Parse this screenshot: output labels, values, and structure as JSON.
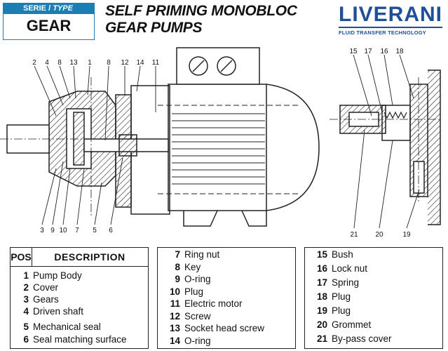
{
  "header": {
    "serie_label": "SERIE /",
    "type_label": "TYPE",
    "serie_value": "GEAR",
    "title_line1": "SELF PRIMING MONOBLOC",
    "title_line2": "GEAR PUMPS",
    "brand_name": "LIVERANI",
    "brand_tagline": "FLUID TRANSFER TECHNOLOGY"
  },
  "drawing_callouts": {
    "main_top": [
      "2",
      "4",
      "8",
      "13",
      "1",
      "8",
      "12",
      "14",
      "11"
    ],
    "main_bottom": [
      "3",
      "9",
      "10",
      "7",
      "5",
      "6"
    ],
    "detail_top": [
      "15",
      "17",
      "16",
      "18"
    ],
    "detail_bottom": [
      "21",
      "20",
      "19"
    ]
  },
  "table": {
    "pos_header": "POS",
    "desc_header": "DESCRIPTION",
    "col1": [
      {
        "pos": "1",
        "desc": "Pump Body"
      },
      {
        "pos": "2",
        "desc": "Cover"
      },
      {
        "pos": "3",
        "desc": "Gears"
      },
      {
        "pos": "4",
        "desc": "Driven shaft"
      },
      {
        "pos": "5",
        "desc": "Mechanical seal"
      },
      {
        "pos": "6",
        "desc": "Seal matching surface"
      }
    ],
    "col2": [
      {
        "pos": "7",
        "desc": "Ring nut"
      },
      {
        "pos": "8",
        "desc": "Key"
      },
      {
        "pos": "9",
        "desc": "O-ring"
      },
      {
        "pos": "10",
        "desc": "Plug"
      },
      {
        "pos": "11",
        "desc": "Electric motor"
      },
      {
        "pos": "12",
        "desc": "Screw"
      },
      {
        "pos": "13",
        "desc": "Socket head screw"
      },
      {
        "pos": "14",
        "desc": "O-ring"
      }
    ],
    "col3": [
      {
        "pos": "15",
        "desc": "Bush"
      },
      {
        "pos": "16",
        "desc": "Lock nut"
      },
      {
        "pos": "17",
        "desc": "Spring"
      },
      {
        "pos": "18",
        "desc": "Plug"
      },
      {
        "pos": "19",
        "desc": "Plug"
      },
      {
        "pos": "20",
        "desc": "Grommet"
      },
      {
        "pos": "21",
        "desc": "By-pass cover"
      }
    ]
  }
}
